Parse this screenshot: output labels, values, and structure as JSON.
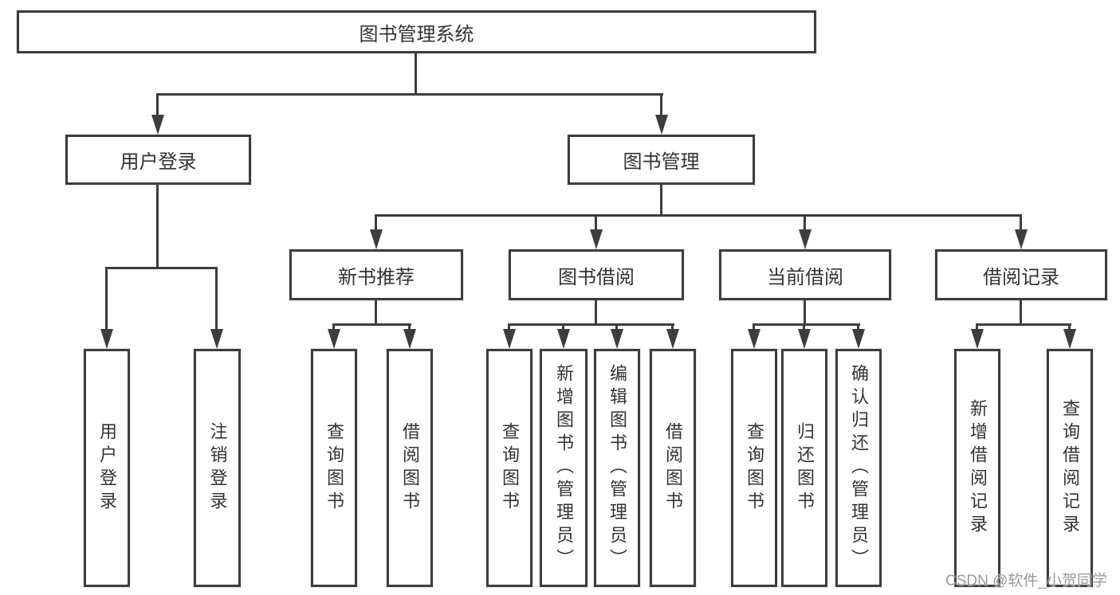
{
  "diagram": {
    "type": "hierarchy-tree",
    "root": {
      "label": "图书管理系统",
      "children": [
        {
          "label": "用户登录",
          "children": [
            {
              "label": "用户登录"
            },
            {
              "label": "注销登录"
            }
          ]
        },
        {
          "label": "图书管理",
          "children": [
            {
              "label": "新书推荐",
              "children": [
                {
                  "label": "查询图书"
                },
                {
                  "label": "借阅图书"
                }
              ]
            },
            {
              "label": "图书借阅",
              "children": [
                {
                  "label": "查询图书"
                },
                {
                  "label": "新增图书（管理员）"
                },
                {
                  "label": "编辑图书（管理员）"
                },
                {
                  "label": "借阅图书"
                }
              ]
            },
            {
              "label": "当前借阅",
              "children": [
                {
                  "label": "查询图书"
                },
                {
                  "label": "归还图书"
                },
                {
                  "label": "确认归还（管理员）"
                }
              ]
            },
            {
              "label": "借阅记录",
              "children": [
                {
                  "label": "新增借阅记录"
                },
                {
                  "label": "查询借阅记录"
                }
              ]
            }
          ]
        }
      ]
    },
    "watermark": "CSDN @软件_小贺同学",
    "colors": {
      "background": "#ffffff",
      "line": "#3d3d3d",
      "box_border": "#3d3d3d",
      "box_fill": "#ffffff",
      "text": "#333333",
      "watermark": "#9a9a9a"
    }
  }
}
